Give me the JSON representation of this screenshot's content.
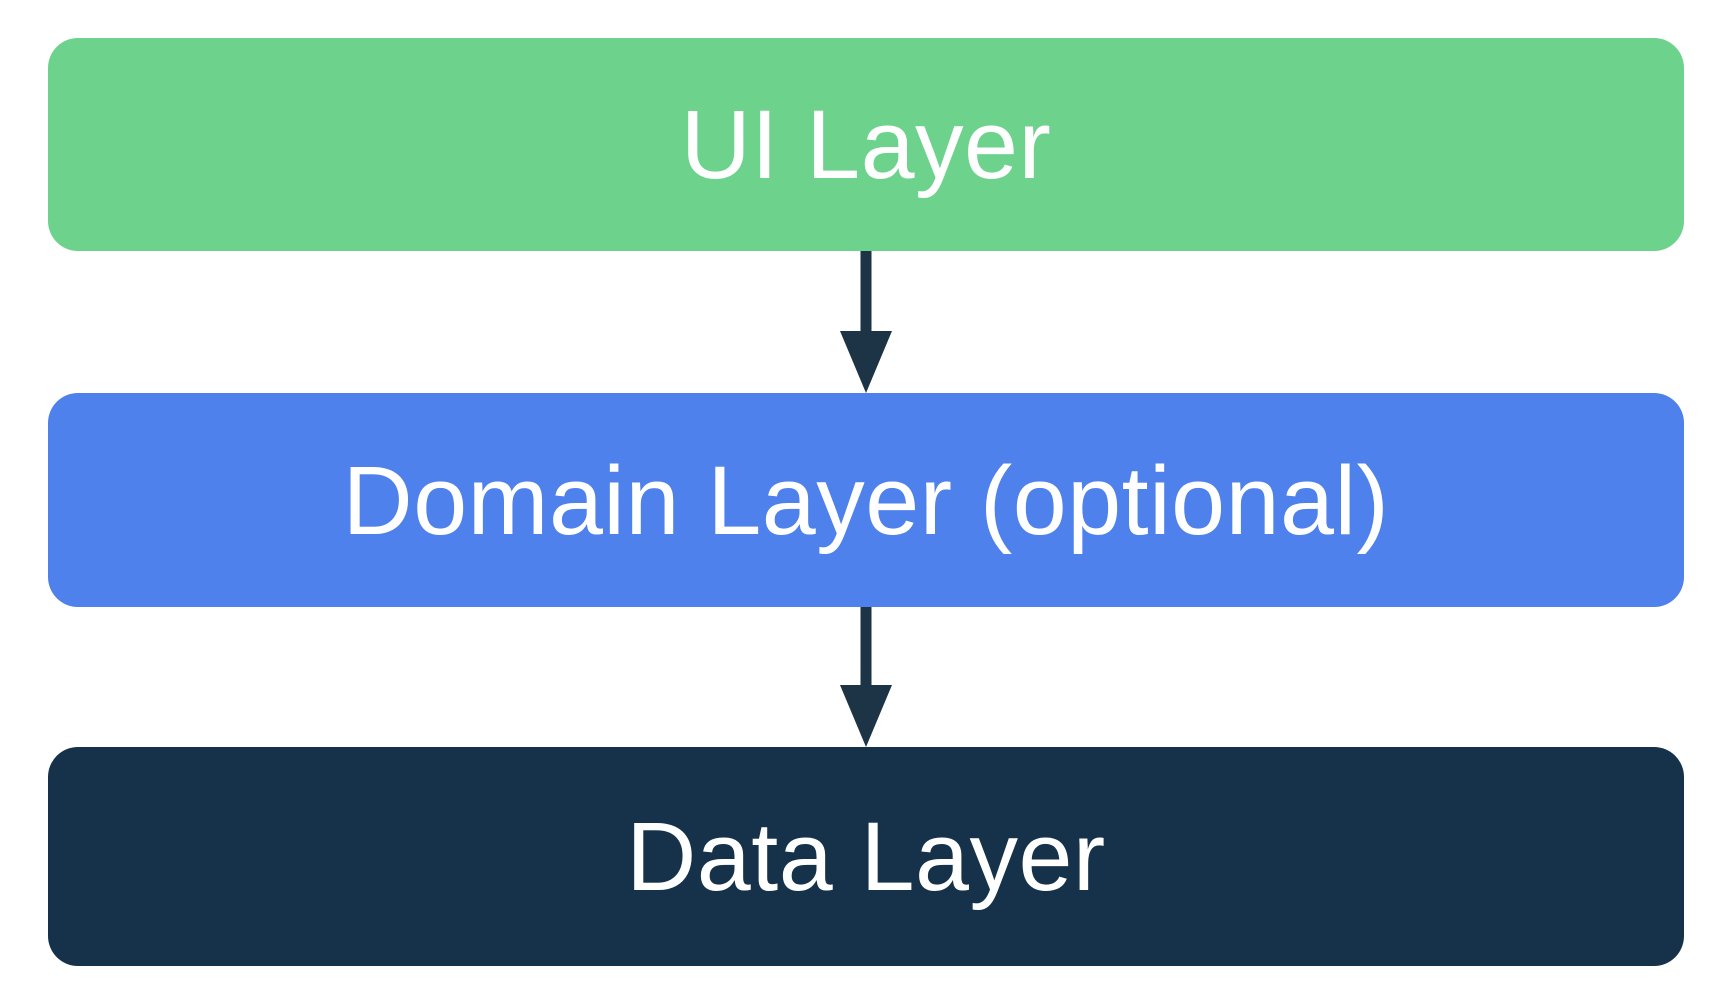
{
  "diagram": {
    "background_color": "#FFFFFF",
    "text_color": "#FFFFFF",
    "layers": [
      {
        "id": "ui",
        "label": "UI Layer",
        "color": "#6CD28C"
      },
      {
        "id": "domain",
        "label": "Domain Layer (optional)",
        "color": "#4E81EC"
      },
      {
        "id": "data",
        "label": "Data Layer",
        "color": "#16324A"
      }
    ],
    "arrows": [
      {
        "from": "ui",
        "to": "domain",
        "direction": "down",
        "color": "#1C3445"
      },
      {
        "from": "domain",
        "to": "data",
        "direction": "down",
        "color": "#1C3445"
      }
    ]
  }
}
